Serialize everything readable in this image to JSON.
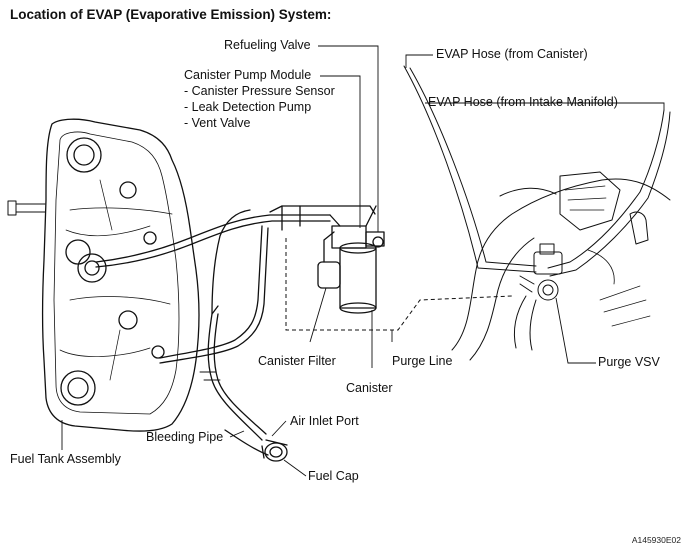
{
  "title": "Location of EVAP (Evaporative Emission) System:",
  "labels": {
    "refueling_valve": "Refueling Valve",
    "canister_pump_module": "Canister Pump Module",
    "pressure_sensor": "- Canister Pressure Sensor",
    "leak_detection_pump": "- Leak Detection Pump",
    "vent_valve": "- Vent Valve",
    "evap_hose_canister": "EVAP Hose (from Canister)",
    "evap_hose_intake": "EVAP Hose (from Intake Manifold)",
    "canister_filter": "Canister Filter",
    "purge_line": "Purge Line",
    "purge_vsv": "Purge VSV",
    "canister": "Canister",
    "air_inlet_port": "Air Inlet Port",
    "bleeding_pipe": "Bleeding Pipe",
    "fuel_tank_assembly": "Fuel Tank Assembly",
    "fuel_cap": "Fuel Cap"
  },
  "figure_code": "A145930E02"
}
